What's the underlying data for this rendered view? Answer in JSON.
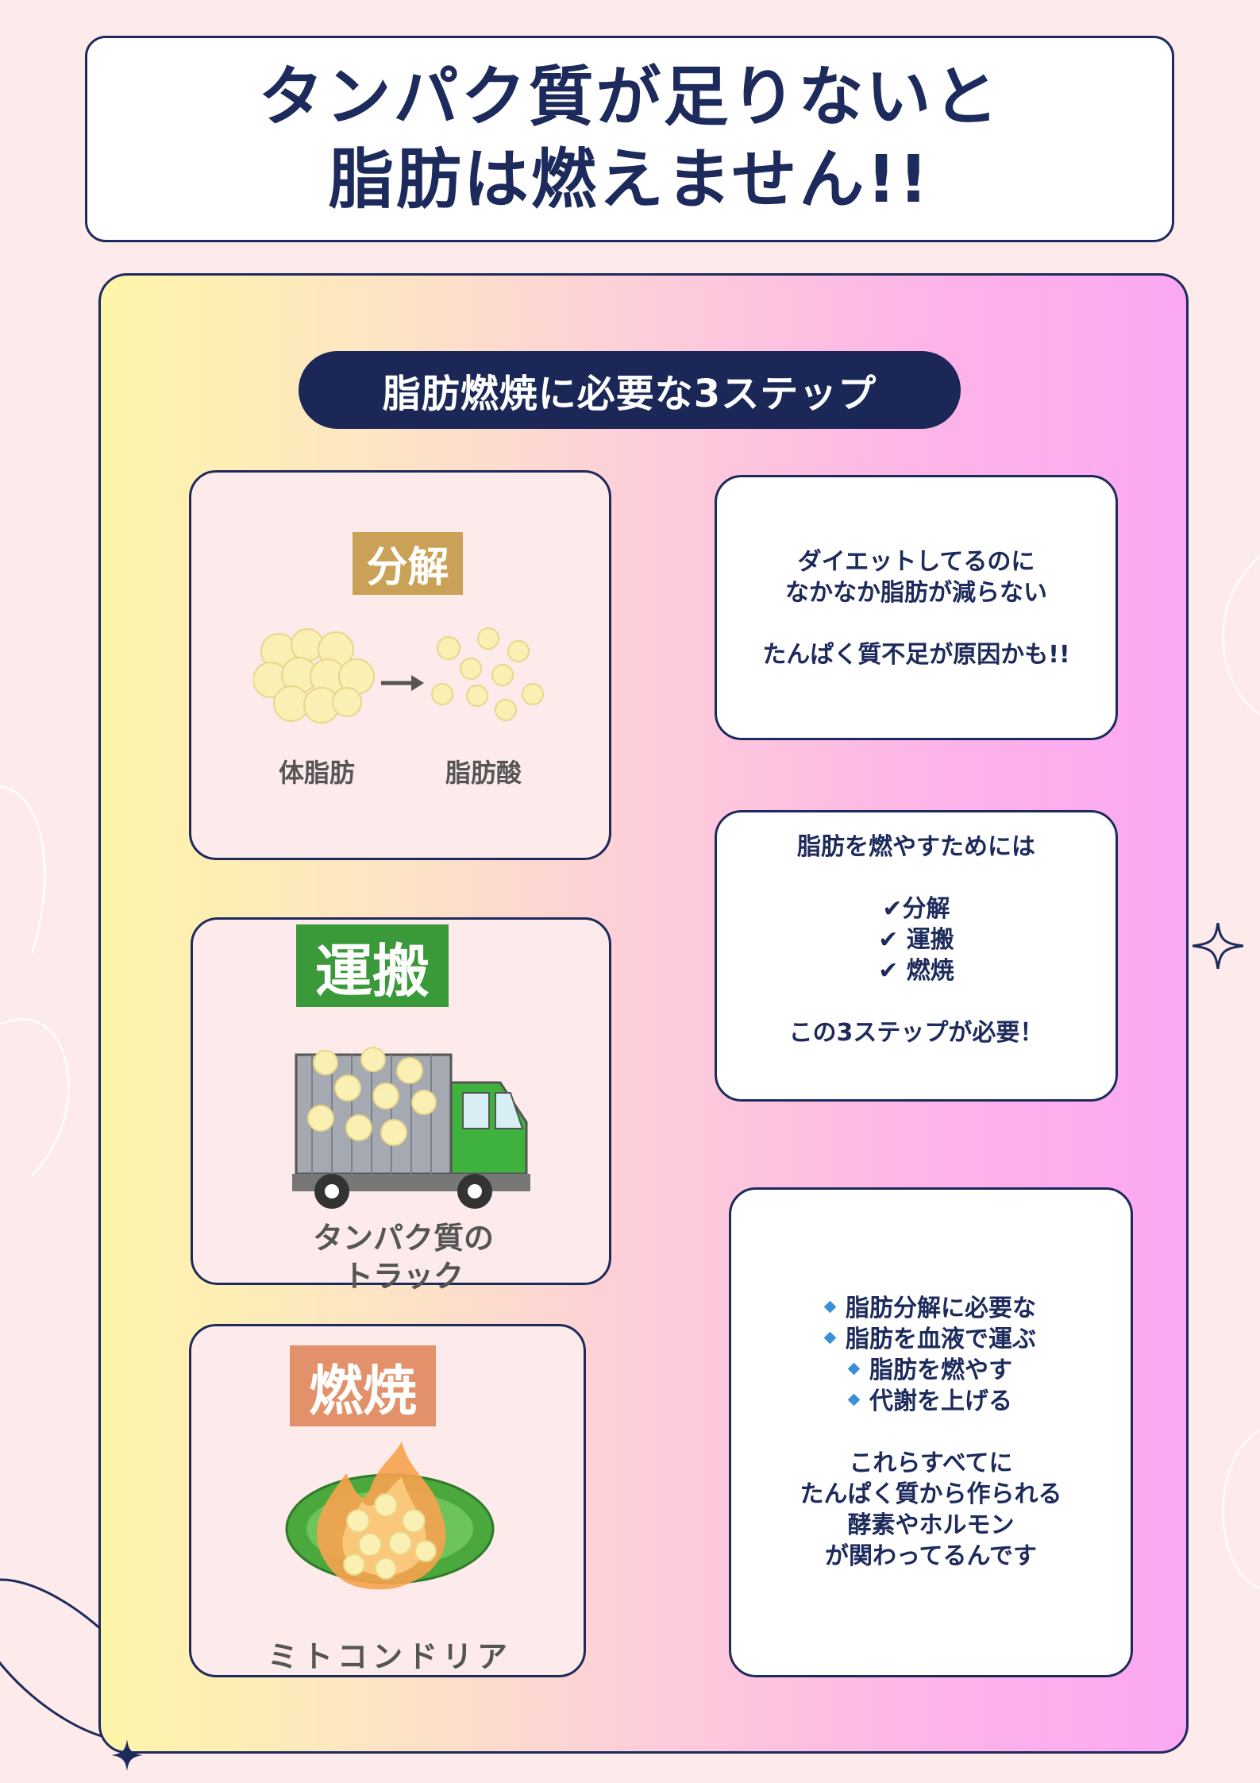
{
  "title": {
    "line1": "タンパク質が足りないと",
    "line2": "脂肪は燃えません!!"
  },
  "subtitle": "脂肪燃焼に必要な3ステップ",
  "steps": {
    "breakdown": {
      "badge": "分解",
      "left_label": "体脂肪",
      "right_label": "脂肪酸"
    },
    "transport": {
      "badge": "運搬",
      "caption_line1": "タンパク質の",
      "caption_line2": "トラック"
    },
    "burn": {
      "badge": "燃焼",
      "caption": "ミトコンドリア"
    }
  },
  "messages": {
    "card1": {
      "line1": "ダイエットしてるのに",
      "line2": "なかなか脂肪が減らない",
      "line3": "たんぱく質不足が原因かも!!"
    },
    "card2": {
      "intro": "脂肪を燃やすためには",
      "checks": [
        "✔分解",
        "✔ 運搬",
        "✔ 燃焼"
      ],
      "outro": "この3ステップが必要！"
    },
    "card3": {
      "bullets": [
        "脂肪分解に必要な",
        "脂肪を血液で運ぶ",
        "脂肪を燃やす",
        "代謝を上げる"
      ],
      "closing": [
        "これらすべてに",
        "たんぱく質から作られる",
        "酵素やホルモン",
        "が関わってるんです"
      ]
    }
  },
  "colors": {
    "navy": "#1d2a5c",
    "badge_breakdown": "#c9a257",
    "badge_transport": "#3a9a3a",
    "badge_burn": "#e3916a"
  },
  "icons": [
    "fat-cells-icon",
    "arrow-right-icon",
    "fatty-acids-icon",
    "truck-icon",
    "mitochondria-fire-icon",
    "sparkle-icon"
  ]
}
